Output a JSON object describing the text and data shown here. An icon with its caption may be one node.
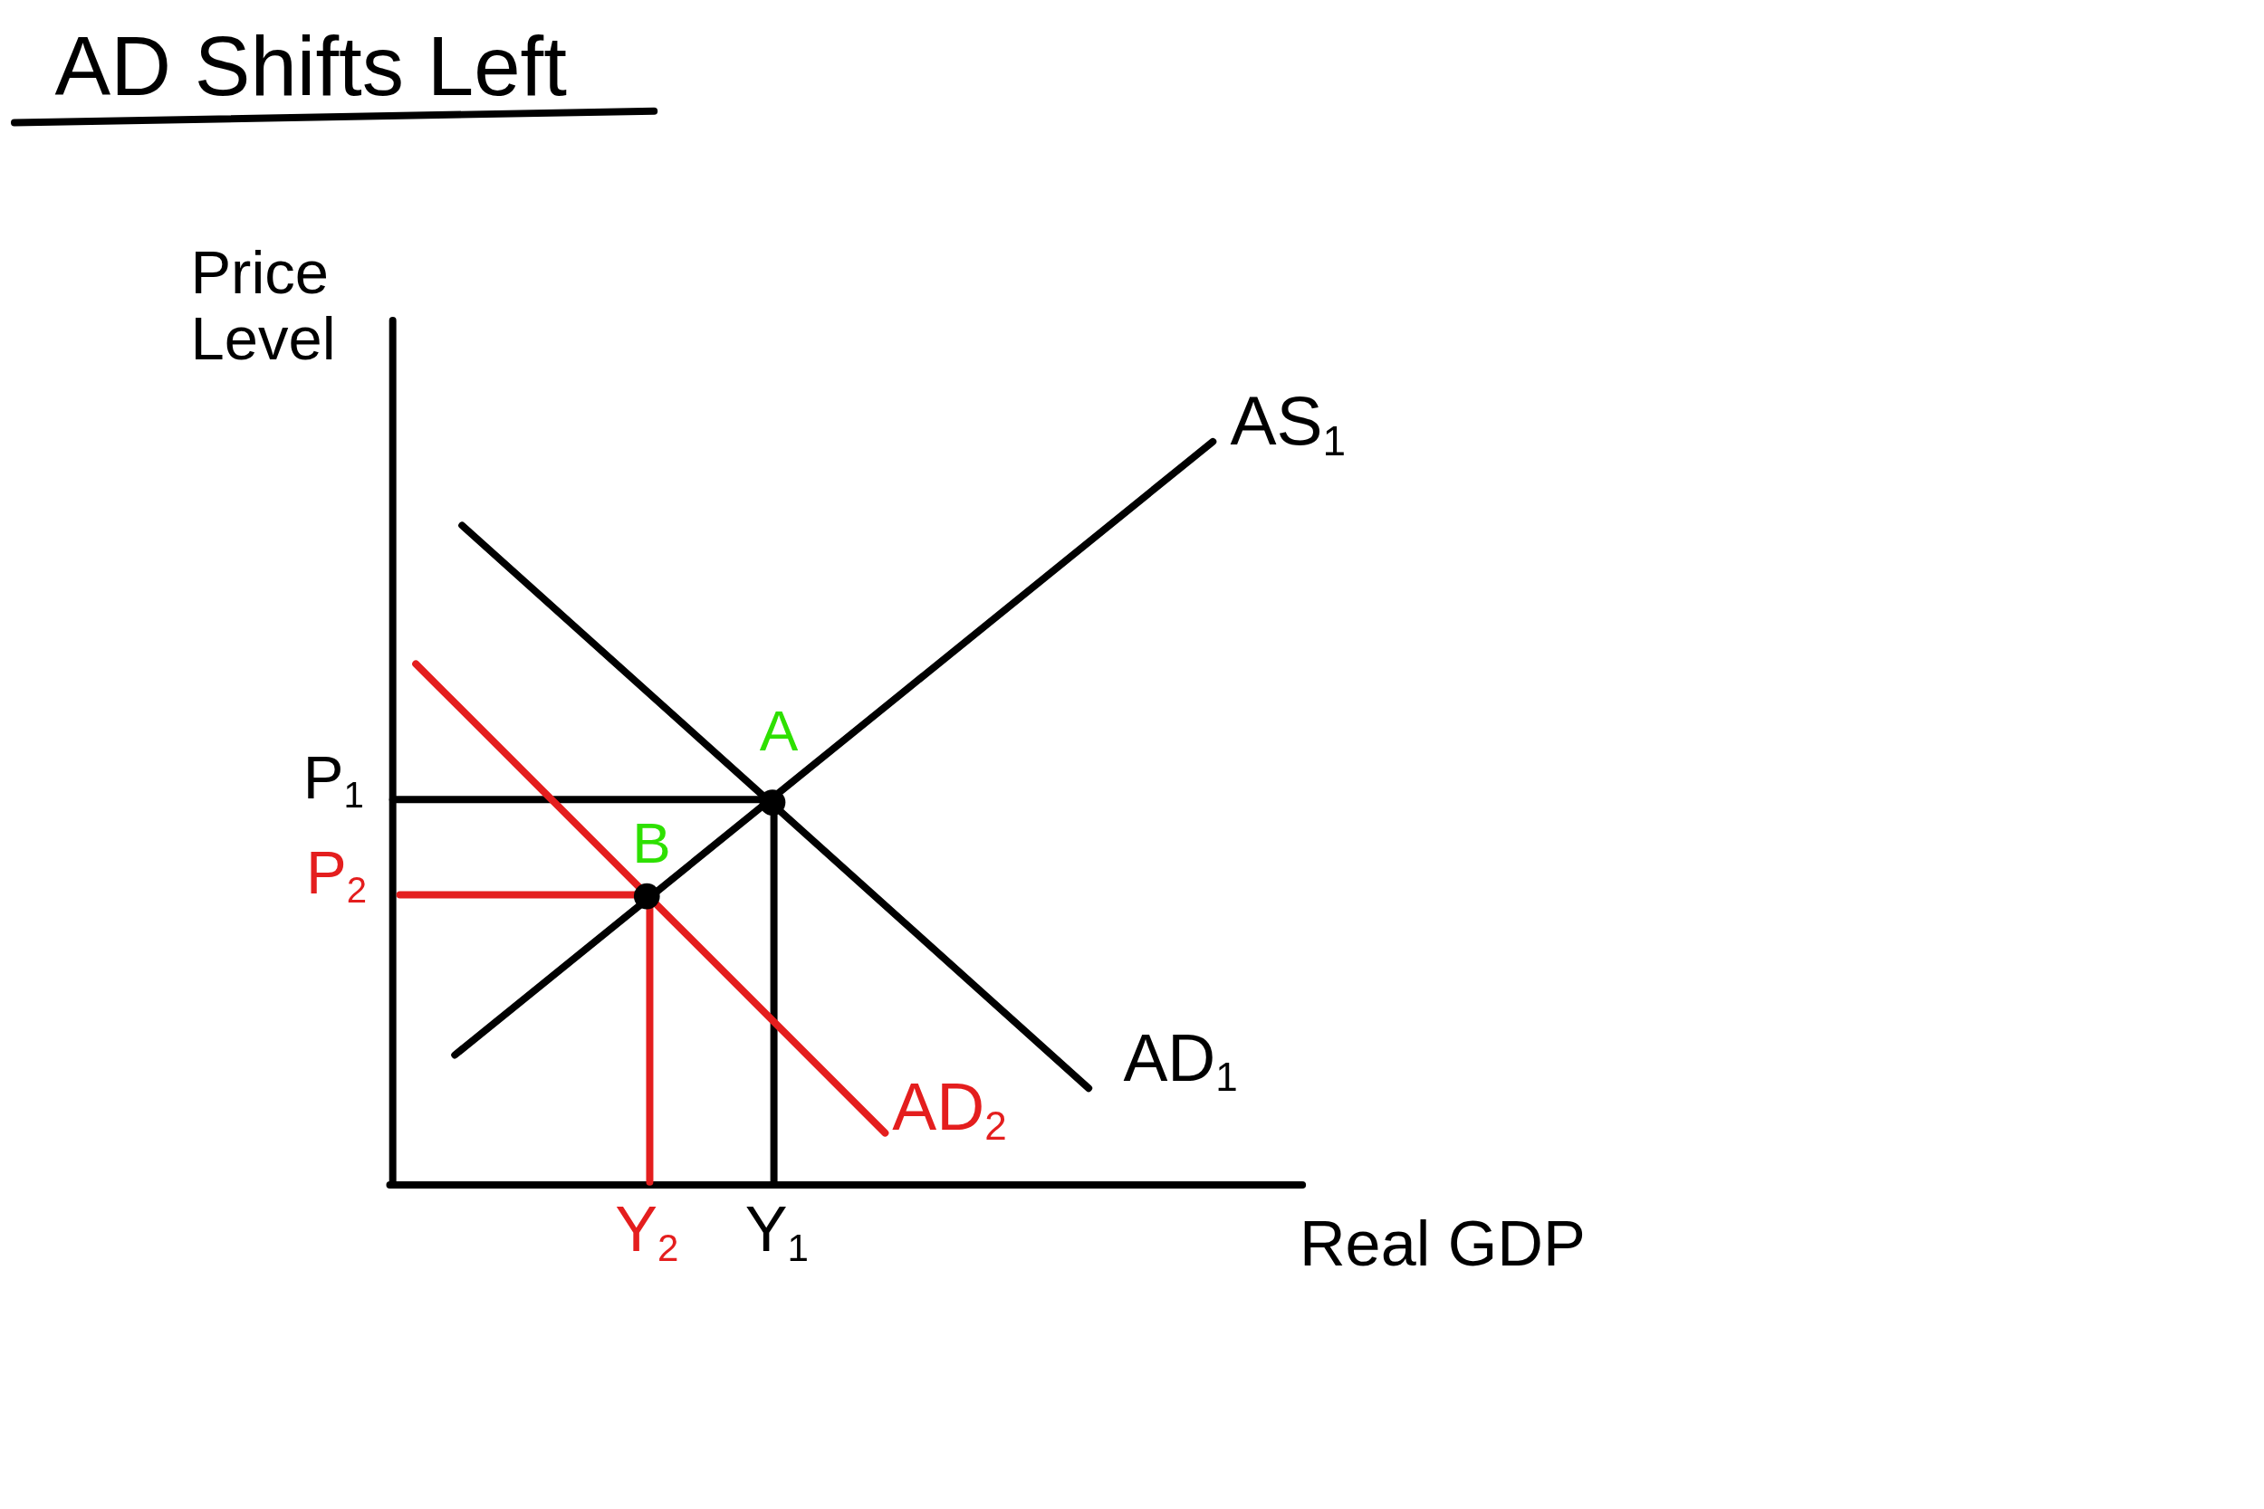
{
  "diagram": {
    "title": "AD Shifts Left",
    "labels": [
      "Price Level",
      "AS$_{1}$",
      "A",
      "P$_{1}$",
      "B",
      "P$_{2}$",
      "AD$_{1}$",
      "AD$_{2}$",
      "Y$_{2}$",
      "Y$_{1}$",
      "Real GDP"
    ]
  }
}
